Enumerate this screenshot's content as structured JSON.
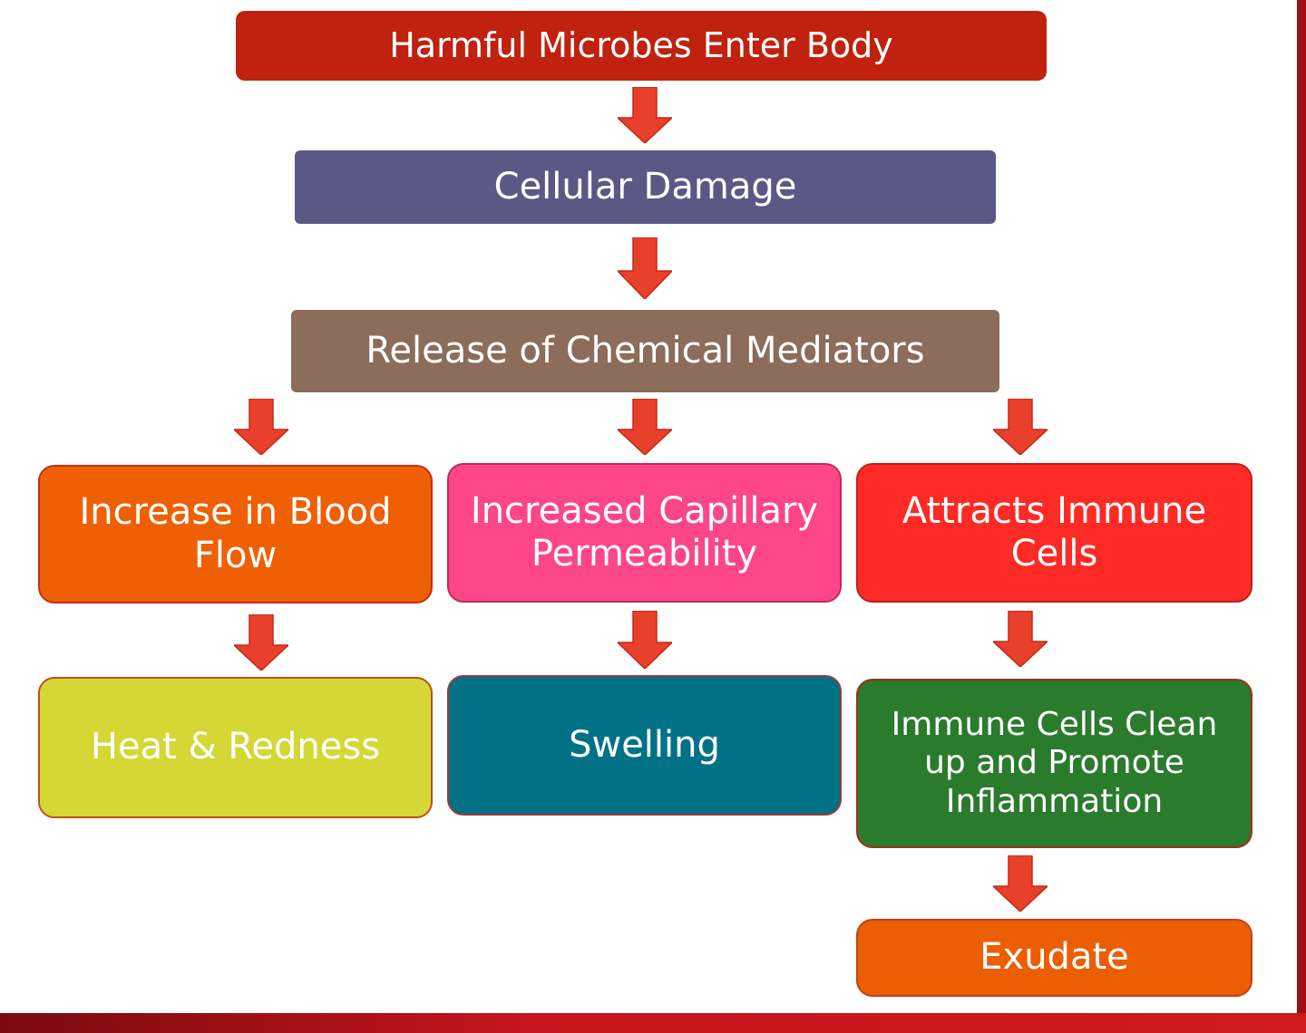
{
  "diagram": {
    "nodes": {
      "microbes": "Harmful Microbes Enter Body",
      "damage": "Cellular Damage",
      "mediators": "Release of Chemical Mediators",
      "bloodflow": "Increase in Blood Flow",
      "permeability": "Increased Capillary Permeability",
      "attracts": "Attracts Immune Cells",
      "heat": "Heat & Redness",
      "swelling": "Swelling",
      "cleanup": "Immune Cells Clean up and Promote Inflammation",
      "exudate": "Exudate"
    },
    "edges": [
      [
        "microbes",
        "damage"
      ],
      [
        "damage",
        "mediators"
      ],
      [
        "mediators",
        "bloodflow"
      ],
      [
        "mediators",
        "permeability"
      ],
      [
        "mediators",
        "attracts"
      ],
      [
        "bloodflow",
        "heat"
      ],
      [
        "permeability",
        "swelling"
      ],
      [
        "attracts",
        "cleanup"
      ],
      [
        "cleanup",
        "exudate"
      ]
    ],
    "colors": {
      "arrow": "#e8402a",
      "microbes": "#c0220f",
      "damage": "#5a5985",
      "mediators": "#8c6c5a",
      "bloodflow": "#ef5f04",
      "permeability": "#fd4687",
      "attracts": "#fe2a26",
      "heat": "#d5d735",
      "swelling": "#017185",
      "cleanup": "#2b7b2d",
      "exudate": "#ec5e03"
    }
  }
}
